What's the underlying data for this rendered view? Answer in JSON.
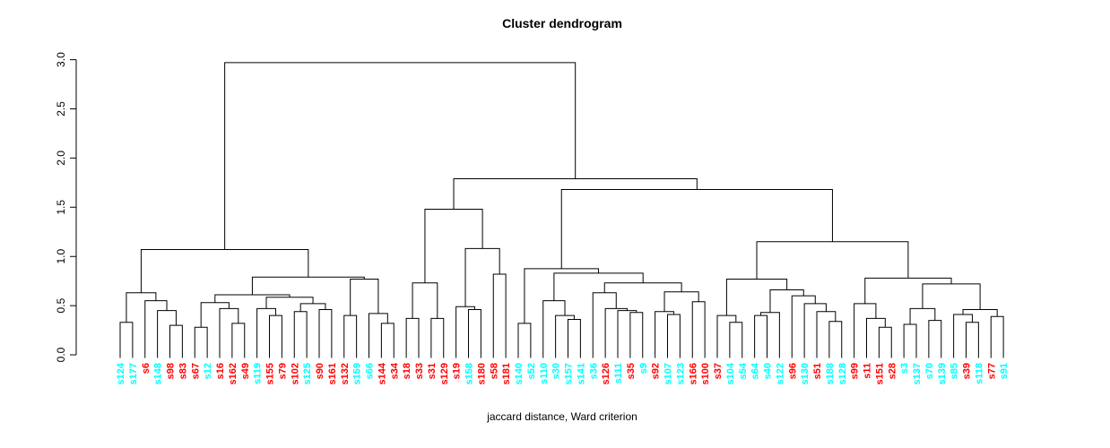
{
  "chart_data": {
    "type": "dendrogram",
    "title": "Cluster dendrogram",
    "xlabel": "jaccard distance, Ward criterion",
    "ylabel": "",
    "legend": null,
    "grid": false,
    "y_axis": {
      "range": [
        0.0,
        3.0
      ],
      "ticks": [
        0.0,
        0.5,
        1.0,
        1.5,
        2.0,
        2.5,
        3.0
      ],
      "tick_labels": [
        "0.0",
        "0.5",
        "1.0",
        "1.5",
        "2.0",
        "2.5",
        "3.0"
      ]
    },
    "colors": {
      "red_cluster": "#FF0000",
      "cyan_cluster": "#00FFFF",
      "line": "#000000"
    },
    "root_height": 2.97,
    "leaves": [
      {
        "label": "s124",
        "color": "cyan"
      },
      {
        "label": "s177",
        "color": "cyan"
      },
      {
        "label": "s6",
        "color": "red"
      },
      {
        "label": "s148",
        "color": "cyan"
      },
      {
        "label": "s98",
        "color": "red"
      },
      {
        "label": "s83",
        "color": "red"
      },
      {
        "label": "s67",
        "color": "red"
      },
      {
        "label": "s12",
        "color": "cyan"
      },
      {
        "label": "s16",
        "color": "red"
      },
      {
        "label": "s162",
        "color": "red"
      },
      {
        "label": "s49",
        "color": "red"
      },
      {
        "label": "s119",
        "color": "cyan"
      },
      {
        "label": "s155",
        "color": "red"
      },
      {
        "label": "s79",
        "color": "red"
      },
      {
        "label": "s102",
        "color": "red"
      },
      {
        "label": "s125",
        "color": "cyan"
      },
      {
        "label": "s90",
        "color": "red"
      },
      {
        "label": "s161",
        "color": "red"
      },
      {
        "label": "s132",
        "color": "red"
      },
      {
        "label": "s159",
        "color": "cyan"
      },
      {
        "label": "s66",
        "color": "cyan"
      },
      {
        "label": "s144",
        "color": "red"
      },
      {
        "label": "s34",
        "color": "red"
      },
      {
        "label": "s18",
        "color": "red"
      },
      {
        "label": "s33",
        "color": "red"
      },
      {
        "label": "s31",
        "color": "red"
      },
      {
        "label": "s129",
        "color": "red"
      },
      {
        "label": "s19",
        "color": "red"
      },
      {
        "label": "s158",
        "color": "cyan"
      },
      {
        "label": "s180",
        "color": "red"
      },
      {
        "label": "s58",
        "color": "red"
      },
      {
        "label": "s181",
        "color": "red"
      },
      {
        "label": "s140",
        "color": "cyan"
      },
      {
        "label": "s52",
        "color": "cyan"
      },
      {
        "label": "s110",
        "color": "cyan"
      },
      {
        "label": "s30",
        "color": "cyan"
      },
      {
        "label": "s157",
        "color": "cyan"
      },
      {
        "label": "s141",
        "color": "cyan"
      },
      {
        "label": "s36",
        "color": "cyan"
      },
      {
        "label": "s126",
        "color": "red"
      },
      {
        "label": "s111",
        "color": "cyan"
      },
      {
        "label": "s35",
        "color": "red"
      },
      {
        "label": "s9",
        "color": "cyan"
      },
      {
        "label": "s92",
        "color": "red"
      },
      {
        "label": "s107",
        "color": "cyan"
      },
      {
        "label": "s123",
        "color": "cyan"
      },
      {
        "label": "s166",
        "color": "red"
      },
      {
        "label": "s100",
        "color": "red"
      },
      {
        "label": "s37",
        "color": "red"
      },
      {
        "label": "s104",
        "color": "cyan"
      },
      {
        "label": "s54",
        "color": "cyan"
      },
      {
        "label": "s64",
        "color": "cyan"
      },
      {
        "label": "s40",
        "color": "cyan"
      },
      {
        "label": "s122",
        "color": "cyan"
      },
      {
        "label": "s96",
        "color": "red"
      },
      {
        "label": "s130",
        "color": "cyan"
      },
      {
        "label": "s51",
        "color": "red"
      },
      {
        "label": "s188",
        "color": "cyan"
      },
      {
        "label": "s128",
        "color": "cyan"
      },
      {
        "label": "s99",
        "color": "red"
      },
      {
        "label": "s11",
        "color": "red"
      },
      {
        "label": "s151",
        "color": "red"
      },
      {
        "label": "s28",
        "color": "red"
      },
      {
        "label": "s3",
        "color": "cyan"
      },
      {
        "label": "s137",
        "color": "cyan"
      },
      {
        "label": "s70",
        "color": "cyan"
      },
      {
        "label": "s139",
        "color": "cyan"
      },
      {
        "label": "s85",
        "color": "cyan"
      },
      {
        "label": "s39",
        "color": "red"
      },
      {
        "label": "s118",
        "color": "cyan"
      },
      {
        "label": "s77",
        "color": "red"
      },
      {
        "label": "s91",
        "color": "cyan"
      }
    ],
    "merges": [
      2.97,
      [
        1.07,
        [
          0.63,
          [
            0.33,
            0,
            1
          ],
          [
            0.55,
            2,
            [
              0.45,
              3,
              [
                0.3,
                4,
                5
              ]
            ]
          ]
        ],
        [
          0.79,
          [
            0.61,
            [
              0.53,
              [
                0.28,
                6,
                7
              ],
              [
                0.47,
                8,
                [
                  0.32,
                  9,
                  10
                ]
              ]
            ],
            [
              0.585,
              [
                0.47,
                11,
                [
                  0.4,
                  12,
                  13
                ]
              ],
              [
                0.52,
                [
                  0.44,
                  14,
                  15
                ],
                [
                  0.46,
                  16,
                  17
                ]
              ]
            ]
          ],
          [
            0.77,
            [
              0.4,
              18,
              19
            ],
            [
              0.42,
              20,
              [
                0.32,
                21,
                22
              ]
            ]
          ]
        ]
      ],
      [
        1.79,
        [
          1.48,
          [
            0.73,
            [
              0.37,
              23,
              24
            ],
            [
              0.37,
              25,
              26
            ]
          ],
          [
            1.08,
            [
              0.49,
              27,
              [
                0.46,
                28,
                29
              ]
            ],
            [
              0.82,
              30,
              31
            ]
          ]
        ],
        [
          1.68,
          [
            0.875,
            [
              0.32,
              32,
              33
            ],
            [
              0.83,
              [
                0.55,
                34,
                [
                  0.4,
                  35,
                  [
                    0.36,
                    36,
                    37
                  ]
                ]
              ],
              [
                0.73,
                [
                  0.63,
                  38,
                  [
                    0.47,
                    39,
                    [
                      0.45,
                      40,
                      [
                        0.43,
                        41,
                        42
                      ]
                    ]
                  ]
                ],
                [
                  0.64,
                  [
                    0.44,
                    43,
                    [
                      0.41,
                      44,
                      45
                    ]
                  ],
                  [
                    0.54,
                    46,
                    47
                  ]
                ]
              ]
            ]
          ],
          [
            1.15,
            [
              0.77,
              [
                0.4,
                48,
                [
                  0.33,
                  49,
                  50
                ]
              ],
              [
                0.66,
                [
                  0.43,
                  [
                    0.4,
                    51,
                    52
                  ],
                  53
                ],
                [
                  0.6,
                  54,
                  [
                    0.52,
                    55,
                    [
                      0.44,
                      56,
                      [
                        0.34,
                        57,
                        58
                      ]
                    ]
                  ]
                ]
              ]
            ],
            [
              0.78,
              [
                0.52,
                59,
                [
                  0.37,
                  60,
                  [
                    0.28,
                    61,
                    62
                  ]
                ]
              ],
              [
                0.72,
                [
                  0.47,
                  [
                    0.31,
                    63,
                    64
                  ],
                  [
                    0.35,
                    65,
                    66
                  ]
                ],
                [
                  0.46,
                  [
                    0.41,
                    67,
                    [
                      0.33,
                      68,
                      69
                    ]
                  ],
                  [
                    0.39,
                    70,
                    71
                  ]
                ]
              ]
            ]
          ]
        ]
      ]
    ]
  }
}
